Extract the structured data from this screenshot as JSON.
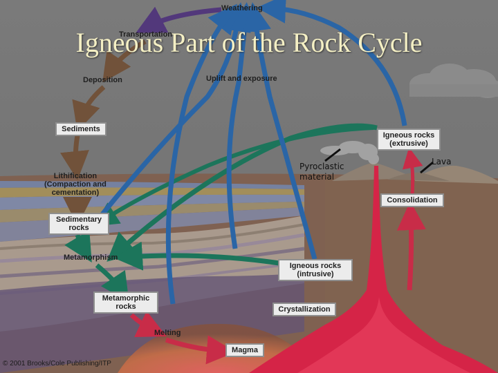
{
  "title": "Igneous Part of the Rock Cycle",
  "labels": {
    "weathering": "Weathering",
    "transportation": "Transportation",
    "deposition": "Deposition",
    "uplift": "Uplift and exposure",
    "sediments": "Sediments",
    "lithification": "Lithification\n(Compaction and\ncementation)",
    "sedimentary_rocks": "Sedimentary\nrocks",
    "metamorphism": "Metamorphism",
    "metamorphic_rocks": "Metamorphic\nrocks",
    "melting": "Melting",
    "magma": "Magma",
    "igneous_extrusive": "Igneous rocks\n(extrusive)",
    "consolidation": "Consolidation",
    "igneous_intrusive": "Igneous rocks\n(intrusive)",
    "crystallization": "Crystallization"
  },
  "annotations": {
    "pyroclastic": "Pyroclastic\nmaterial",
    "lava": "Lava"
  },
  "copyright": "© 2001 Brooks/Cole Publishing/ITP",
  "colors": {
    "arrow_blue": "#2e6eb5",
    "arrow_green": "#1f7f63",
    "arrow_brown": "#7b5a3f",
    "arrow_purple": "#5a3d86",
    "arrow_red": "#d9304f",
    "magma": "#e8284e",
    "title": "#f4efc4"
  }
}
